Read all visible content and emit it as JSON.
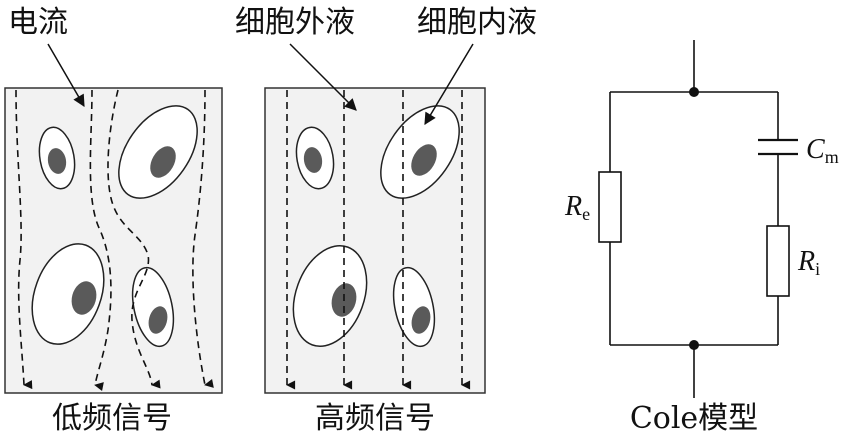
{
  "labels": {
    "current": "电流",
    "extracellular": "细胞外液",
    "intracellular": "细胞内液",
    "low_freq": "低频信号",
    "high_freq": "高频信号",
    "cole_model": "Cole模型"
  },
  "circuit": {
    "re_main": "R",
    "re_sub": "e",
    "cm_main": "C",
    "cm_sub": "m",
    "ri_main": "R",
    "ri_sub": "i"
  }
}
